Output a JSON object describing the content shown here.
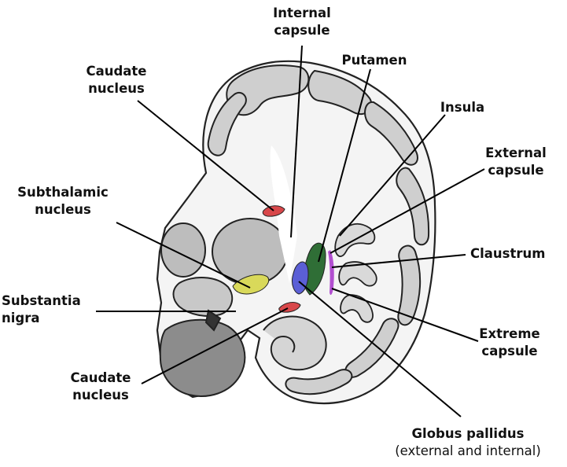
{
  "labels": {
    "internal_capsule": "Internal capsule",
    "putamen": "Putamen",
    "caudate_nucleus_top": "Caudate nucleus",
    "insula": "Insula",
    "external_capsule": "External capsule",
    "subthalamic_nucleus": "Subthalamic nucleus",
    "claustrum": "Claustrum",
    "substantia_nigra": "Substantia nigra",
    "extreme_capsule": "Extreme capsule",
    "caudate_nucleus_bottom": "Caudate nucleus",
    "globus_pallidus": "Globus pallidus",
    "globus_pallidus_note": "(external and internal)"
  },
  "colors": {
    "caudate": "#d8474a",
    "putamen": "#2f6e36",
    "globus_pallidus": "#5b5fd6",
    "subthalamic": "#d9d95a",
    "claustrum": "#b24fd0",
    "outline": "#222222",
    "leader_line": "#000000"
  }
}
